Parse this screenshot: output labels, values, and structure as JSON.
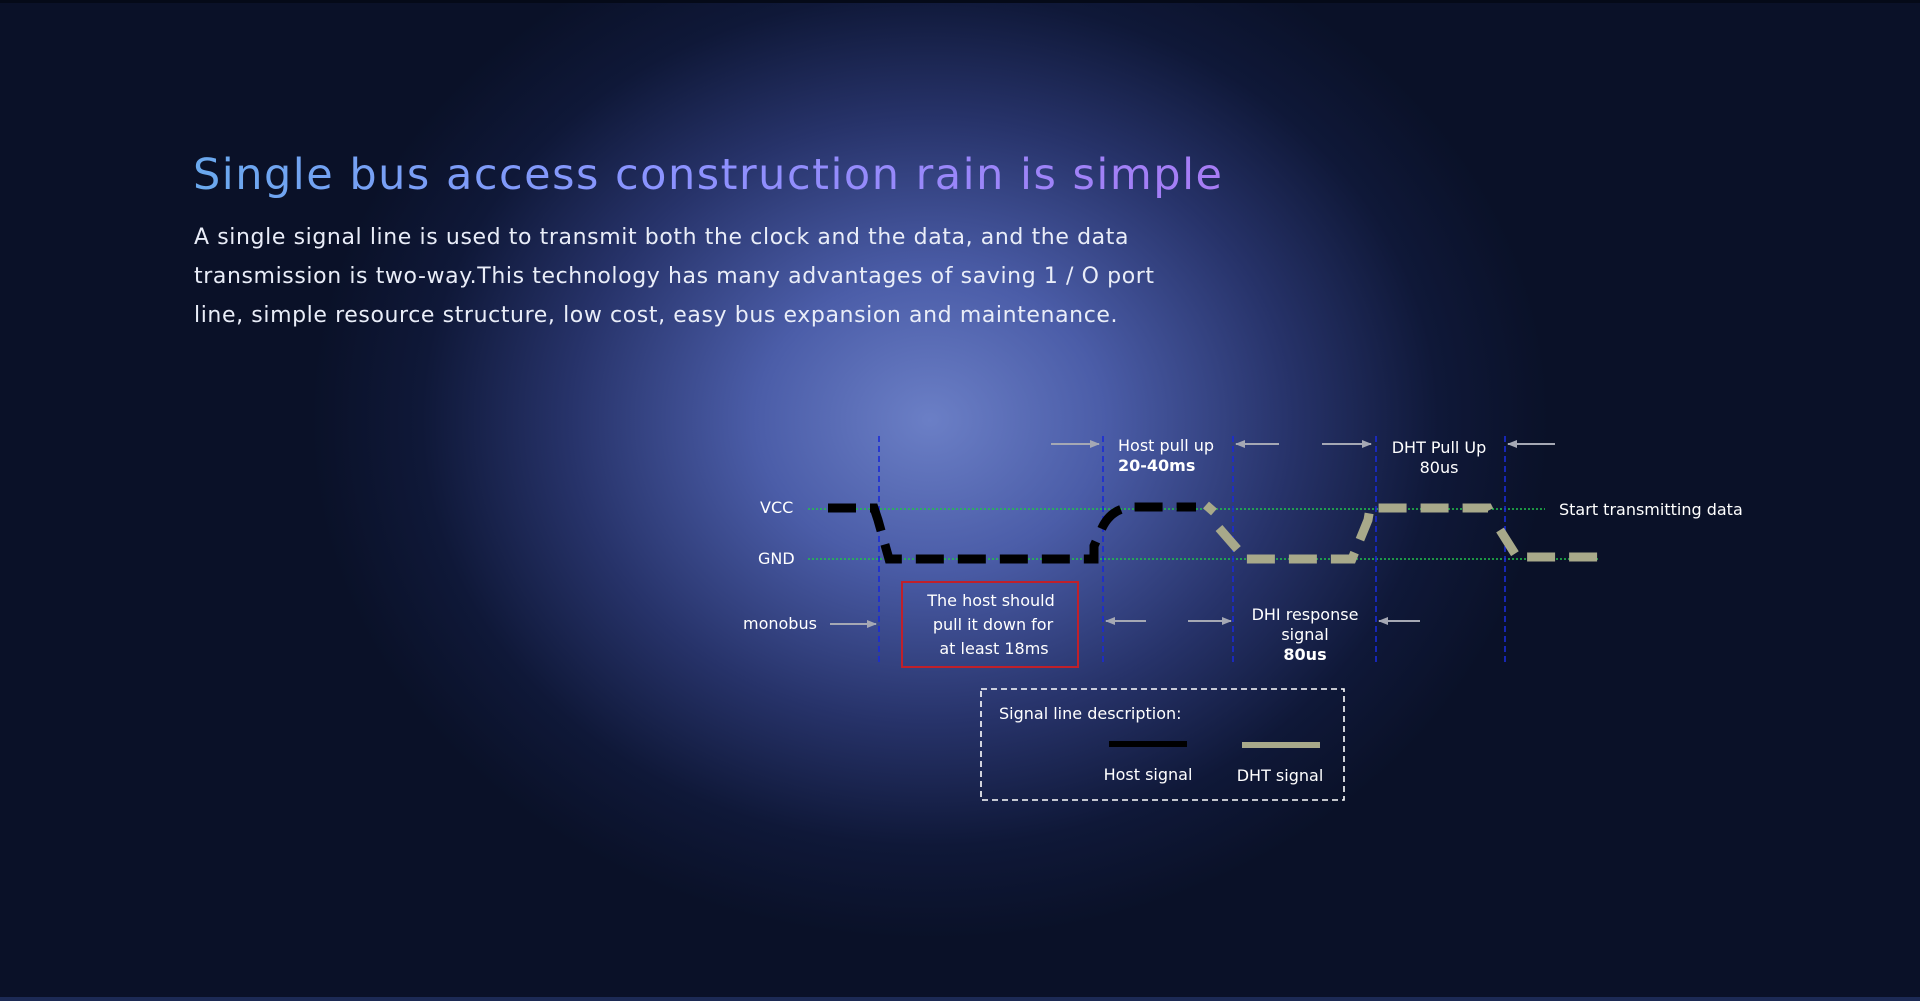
{
  "page": {
    "title": "Single bus access construction rain is simple",
    "description": "A single signal line is used to transmit both the clock and the data, and the data transmission is two-way.This technology has many advantages of saving 1 / O port line, simple resource structure, low cost, easy bus expansion and maintenance."
  },
  "diagram": {
    "vcc_label": "VCC",
    "gnd_label": "GND",
    "monobus_label": "monobus",
    "host_note": [
      "The host should",
      "pull it down for",
      "at least 18ms"
    ],
    "host_pull_up": [
      "Host pull up",
      "20-40ms"
    ],
    "dht_pull_up": [
      "DHT Pull Up",
      "80us"
    ],
    "dhi_response": [
      "DHI response",
      "signal",
      "80us"
    ],
    "start_transmitting": "Start transmitting data",
    "legend": {
      "title": "Signal line description:",
      "host_signal": "Host signal",
      "dht_signal": "DHT signal"
    }
  },
  "colors": {
    "host_signal": "#000000",
    "dht_signal": "#a8a98a",
    "note_border": "#c0202a",
    "divider": "#1a2bd6",
    "guide_line": "#22c14a",
    "arrow": "#a5a8b4"
  }
}
